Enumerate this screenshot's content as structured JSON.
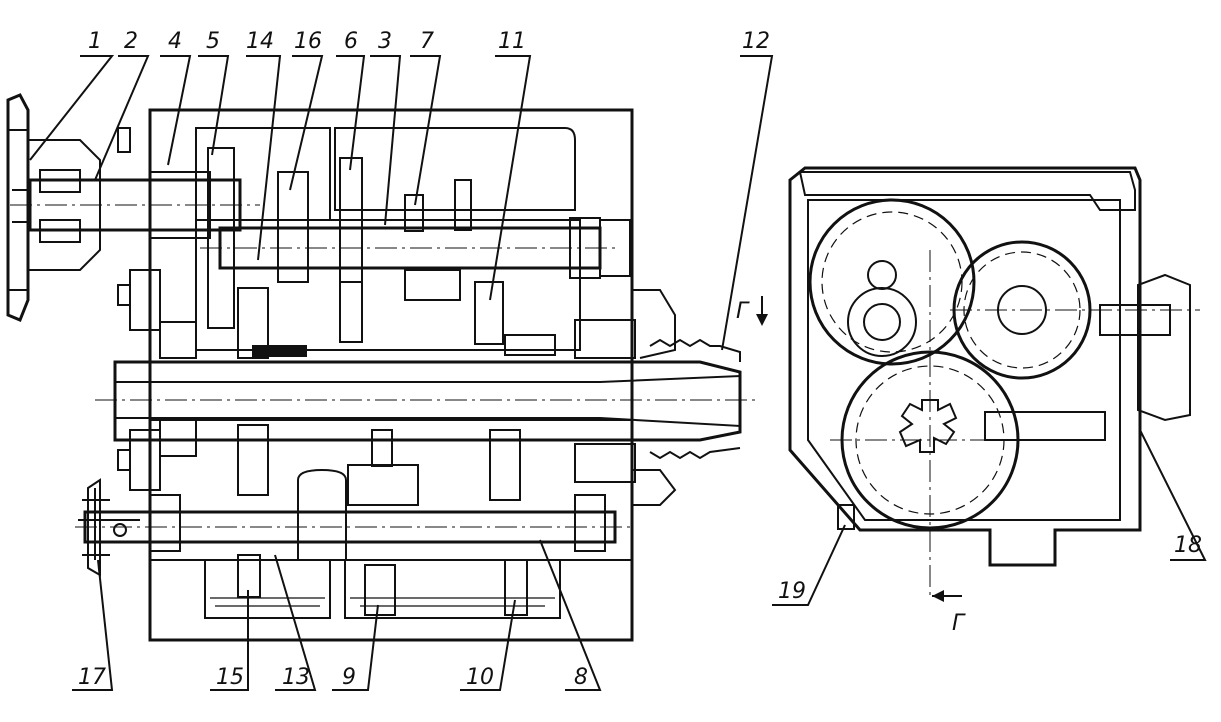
{
  "drawing": {
    "type": "gearbox-headstock-assembly",
    "views": [
      "longitudinal-section",
      "end-section"
    ],
    "ink_color": "#111111",
    "paper_color": "#ffffff"
  },
  "callouts": {
    "top": [
      "1",
      "2",
      "4",
      "5",
      "14",
      "16",
      "6",
      "3",
      "7",
      "11",
      "12"
    ],
    "bottom": [
      "17",
      "15",
      "13",
      "9",
      "10",
      "8"
    ],
    "right_view": [
      "18",
      "19"
    ]
  },
  "section_marks": {
    "arrow_letter_top": "Г",
    "arrow_letter_bottom": "Г"
  }
}
